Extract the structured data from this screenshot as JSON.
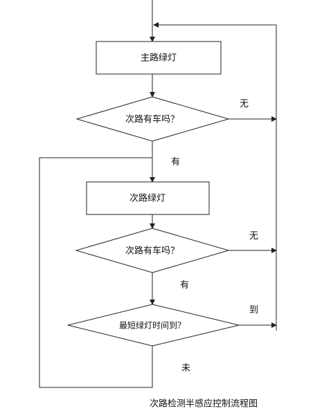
{
  "nodes": {
    "main_green": "主路绿灯",
    "decision_1": "次路有车吗？",
    "side_green": "次路绿灯",
    "decision_2": "次路有车吗？",
    "decision_3": "最短绿灯时间到？"
  },
  "edge_labels": {
    "d1_no": "无",
    "d1_yes": "有",
    "d2_no": "无",
    "d2_yes": "有",
    "d3_reached": "到",
    "d3_not_reached": "未"
  },
  "caption": "次路检测半感应控制流程图"
}
